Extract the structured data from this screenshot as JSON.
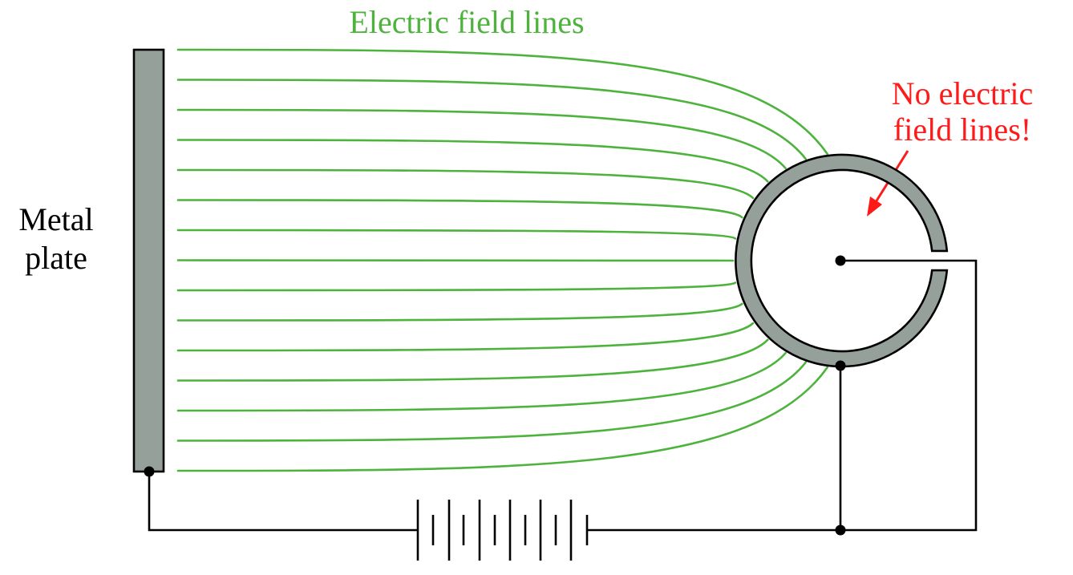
{
  "labels": {
    "field_lines": "Electric field lines",
    "plate_line1": "Metal",
    "plate_line2": "plate",
    "no_field_line1": "No electric",
    "no_field_line2": "field lines!"
  },
  "colors": {
    "field_line": "#4db33d",
    "metal": "#96a09a",
    "annotation": "#ff1a1a",
    "wire": "#000000"
  },
  "components": {
    "plate": "metal plate",
    "shell": "hollow metal sphere (split ring)",
    "battery": "multi-cell battery",
    "field_line_count": 15
  }
}
